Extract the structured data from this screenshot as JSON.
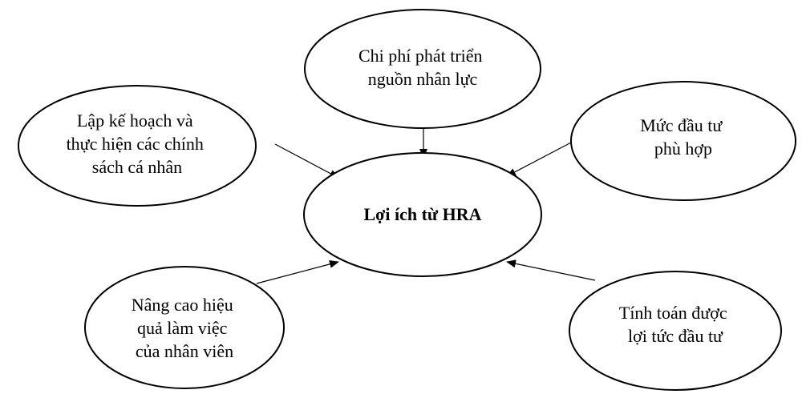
{
  "diagram": {
    "center": {
      "label": "Lợi ích từ HRA"
    },
    "nodes": {
      "top": {
        "lines": [
          "Chi phí phát triển",
          "nguồn nhân lực"
        ]
      },
      "upper_left": {
        "lines": [
          "Lập kế hoạch và",
          "thực hiện các chính",
          "sách cá nhân"
        ]
      },
      "upper_right": {
        "lines": [
          "Mức đầu tư",
          "phù hợp"
        ]
      },
      "lower_left": {
        "lines": [
          "Nâng cao hiệu",
          "quả làm việc",
          "của nhân viên"
        ]
      },
      "lower_right": {
        "lines": [
          "Tính toán được",
          "lợi tức đầu tư"
        ]
      }
    },
    "colors": {
      "stroke": "#000000",
      "fill": "#ffffff"
    }
  }
}
